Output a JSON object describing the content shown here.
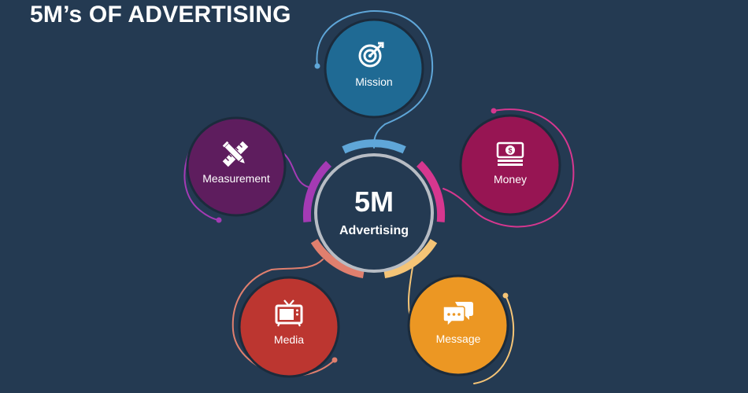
{
  "title": "5M’s OF ADVERTISING",
  "center": {
    "main": "5M",
    "sub": "Advertising"
  },
  "nodes": [
    {
      "id": "mission",
      "label": "Mission",
      "icon": "target-icon",
      "color": "#1F6A94",
      "accent": "#5FA6D8"
    },
    {
      "id": "money",
      "label": "Money",
      "icon": "money-stack-icon",
      "color": "#971553",
      "accent": "#D6378F"
    },
    {
      "id": "message",
      "label": "Message",
      "icon": "chat-bubbles-icon",
      "color": "#EC9723",
      "accent": "#F5C476"
    },
    {
      "id": "media",
      "label": "Media",
      "icon": "tv-icon",
      "color": "#BC3630",
      "accent": "#E07F6E"
    },
    {
      "id": "measurement",
      "label": "Measurement",
      "icon": "ruler-pencil-icon",
      "color": "#5E1D5E",
      "accent": "#A43AB4"
    }
  ]
}
